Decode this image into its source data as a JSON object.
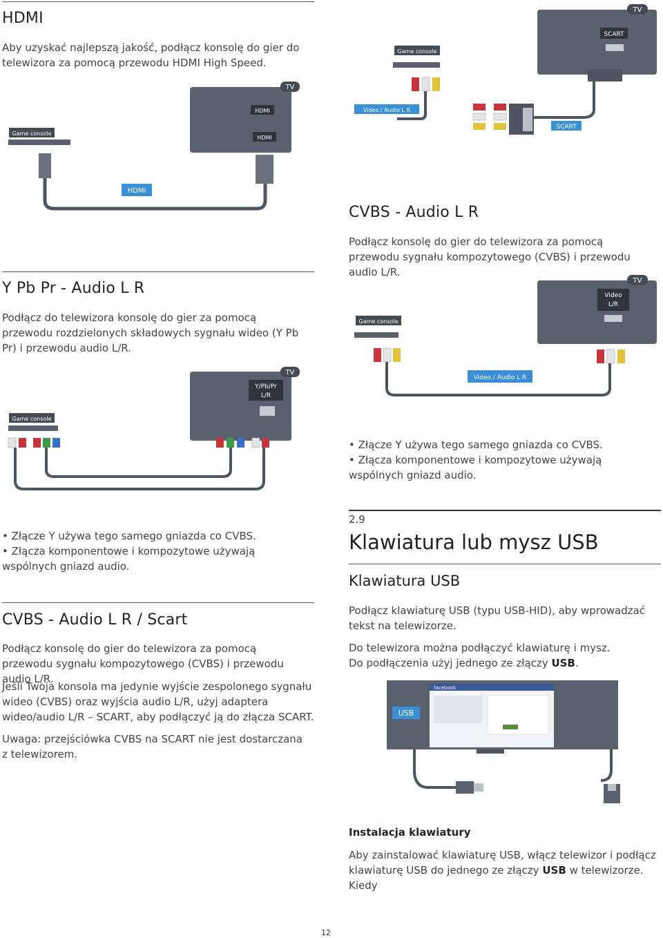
{
  "left": {
    "hdmi": {
      "heading": "HDMI",
      "text": "Aby uzyskać najlepszą jakość, podłącz konsolę do gier do telewizora za pomocą przewodu HDMI High Speed.",
      "diagram": {
        "tv_label": "TV",
        "tv_port": "HDMI",
        "tv_port2": "HDMI",
        "console_label": "Game console",
        "cable_label": "HDMI"
      }
    },
    "ypbpr": {
      "heading": "Y Pb Pr - Audio L R",
      "text": "Podłącz do telewizora konsolę do gier za pomocą przewodu rozdzielonych składowych sygnału wideo (Y Pb Pr) i przewodu audio L/R.",
      "diagram": {
        "tv_label": "TV",
        "tv_port_line1": "Y/Pb/Pr",
        "tv_port_line2": "L/R",
        "console_label": "Game console"
      }
    },
    "notes": {
      "bullet1": "Złącze Y używa tego samego gniazda co CVBS.",
      "bullet2": "Złącza komponentowe i kompozytowe używają wspólnych gniazd audio."
    },
    "cvbs_scart": {
      "heading": "CVBS - Audio L R / Scart",
      "p1": "Podłącz konsolę do gier do telewizora za pomocą przewodu sygnału kompozytowego (CVBS) i przewodu audio L/R.",
      "p2": "Jeśli Twoja konsola ma jedynie wyjście zespolonego sygnału wideo (CVBS) oraz wyjścia audio L/R, użyj adaptera wideo/audio L/R – SCART, aby podłączyć ją do złącza SCART.",
      "p3": "Uwaga: przejściówka CVBS na SCART nie jest dostarczana z telewizorem."
    }
  },
  "right": {
    "scart_diagram": {
      "tv_label": "TV",
      "tv_port": "SCART",
      "console_label": "Game console",
      "cable_label": "Video / Audio L R",
      "adapter_label": "SCART"
    },
    "cvbs": {
      "heading": "CVBS - Audio L R",
      "text": "Podłącz konsolę do gier do telewizora za pomocą przewodu sygnału kompozytowego (CVBS) i przewodu audio L/R.",
      "diagram": {
        "tv_label": "TV",
        "tv_port_line1": "Video",
        "tv_port_line2": "L/R",
        "console_label": "Game console",
        "cable_label": "Video / Audio L R"
      }
    },
    "notes": {
      "bullet1": "Złącze Y używa tego samego gniazda co CVBS.",
      "bullet2": "Złącza komponentowe i kompozytowe używają wspólnych gniazd audio."
    },
    "usb_section": {
      "number": "2.9",
      "title": "Klawiatura lub mysz USB",
      "subheading": "Klawiatura USB",
      "p1": "Podłącz klawiaturę USB (typu USB-HID), aby wprowadzać tekst na telewizorze.",
      "p2_line1": "Do telewizora można podłączyć klawiaturę i mysz.",
      "p2_line2_pre": "Do podłączenia użyj jednego ze złączy ",
      "p2_line2_bold": "USB",
      "p2_line2_post": ".",
      "diagram": {
        "usb_label": "USB",
        "site_label": "facebook"
      },
      "install_heading": "Instalacja klawiatury",
      "p3_line1": "Aby zainstalować klawiaturę USB, włącz telewizor i podłącz",
      "p3_line2_pre": "klawiaturę USB do jednego ze złączy ",
      "p3_line2_bold": "USB",
      "p3_line2_post": " w telewizorze. Kiedy"
    }
  },
  "page_number": "12",
  "colors": {
    "tv": "#59616e",
    "label_blue": "#3a8fd6",
    "cable": "#4f5560",
    "red": "#c8343a",
    "white": "#e4e4e4",
    "yellow": "#e2c23a",
    "green": "#3a9a4a",
    "blue": "#3a6fc8"
  }
}
